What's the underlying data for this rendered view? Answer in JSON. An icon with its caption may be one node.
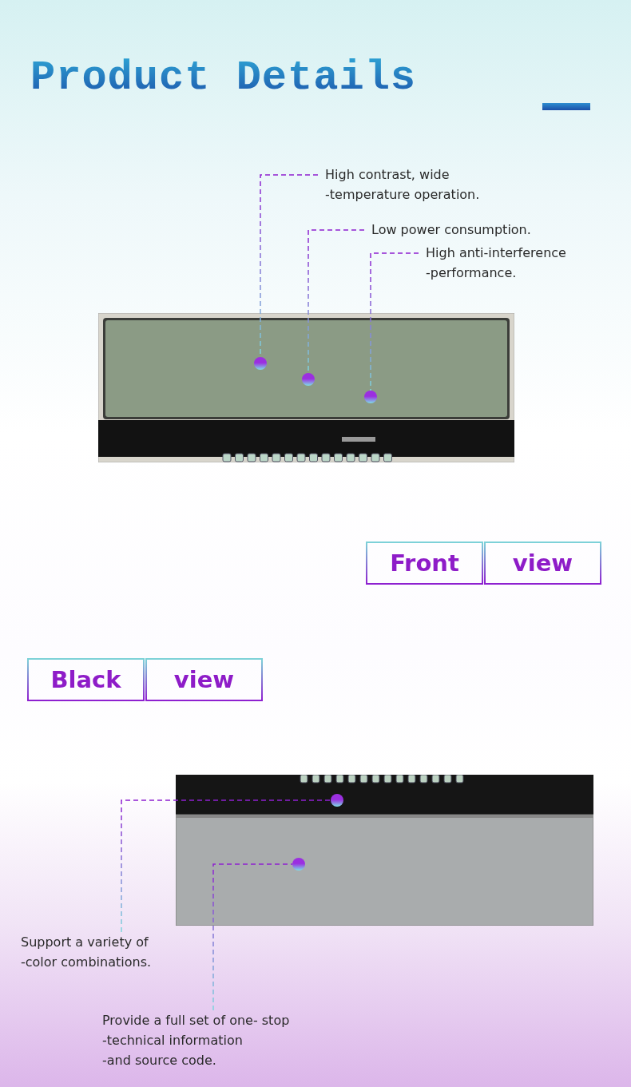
{
  "diagram": {
    "title": "Product Details",
    "nodes": [
      {
        "text": [
          "High contrast, wide -temperature operation."
        ]
      },
      {
        "text": [
          "Low power consumption."
        ]
      },
      {
        "text": [
          "High anti-interference -performance."
        ]
      },
      {
        "text": [],
        "shape": "picture"
      },
      {
        "text": [],
        "shape": "circle",
        "in": 3
      },
      {
        "text": [],
        "shape": "circle",
        "in": 3
      },
      {
        "text": [],
        "shape": "circle",
        "in": 3
      },
      {
        "text": [
          "Front"
        ]
      },
      {
        "text": [
          "view"
        ]
      },
      {
        "text": [
          "Black"
        ]
      },
      {
        "text": [
          "view"
        ]
      },
      {
        "text": [],
        "shape": "picture"
      },
      {
        "text": [],
        "shape": "circle",
        "in": 11
      },
      {
        "text": [],
        "shape": "circle",
        "in": 11
      },
      {
        "text": [
          "Support a variety of -color combinations."
        ]
      },
      {
        "text": [
          "Provide a full set of one- stop -technical information -and source code."
        ]
      }
    ],
    "edges": [
      {
        "from": 0,
        "to": 4,
        "arrow": "none"
      },
      {
        "from": 1,
        "to": 5,
        "arrow": "none"
      },
      {
        "from": 2,
        "to": 6,
        "arrow": "none"
      },
      {
        "from": 14,
        "to": 12,
        "arrow": "none"
      },
      {
        "from": 15,
        "to": 13,
        "arrow": "none"
      }
    ]
  }
}
